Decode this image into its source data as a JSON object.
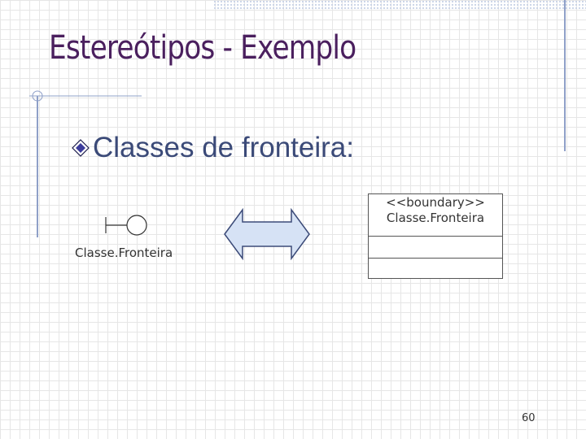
{
  "slide": {
    "title": "Estereótipos - Exemplo",
    "bullet": "Classes de fronteira:",
    "page_number": "60"
  },
  "actor": {
    "label": "Classe.Fronteira",
    "icon": "boundary-icon"
  },
  "equivalence_arrow": {
    "icon": "double-arrow-icon",
    "fill_color": "#d6e2f5"
  },
  "uml_class": {
    "stereotype": "<<boundary>>",
    "name": "Classe.Fronteira"
  },
  "colors": {
    "title": "#4a1f5e",
    "bullet_text": "#3b4a78",
    "accent_lines": "#7b8fc0"
  }
}
